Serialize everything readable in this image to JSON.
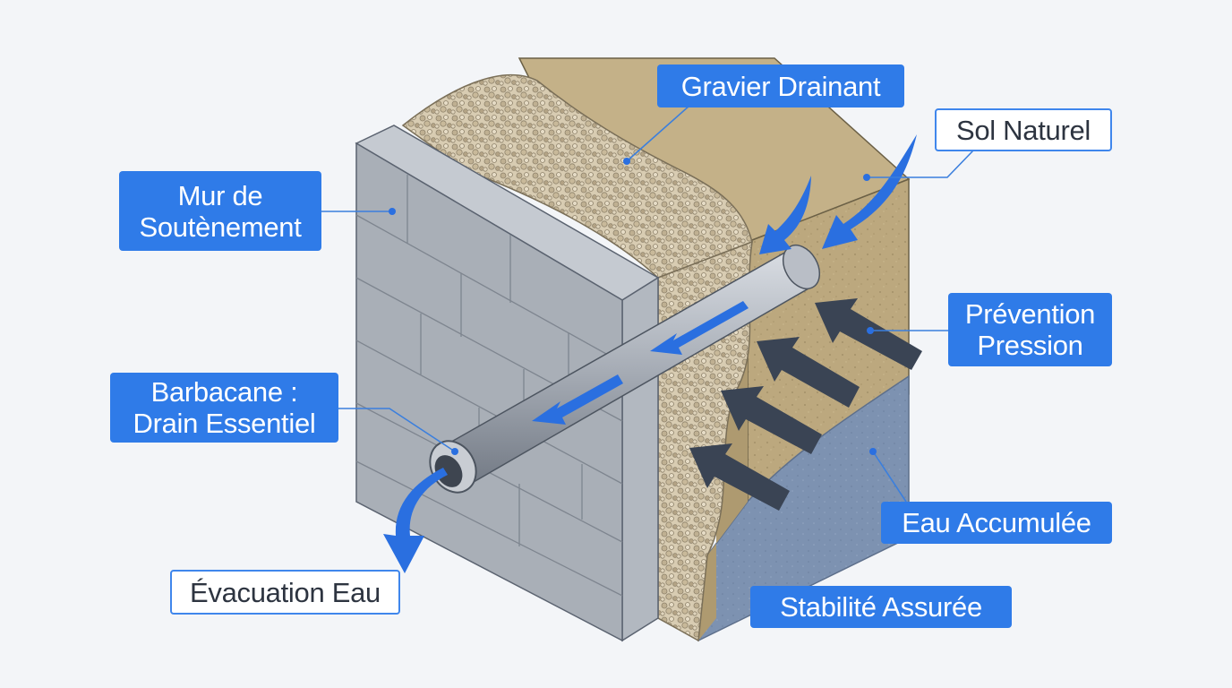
{
  "labels": {
    "gravel": "Gravier Drainant",
    "soil": "Sol Naturel",
    "wall_line1": "Mur de",
    "wall_line2": "Soutènement",
    "pressure_line1": "Prévention",
    "pressure_line2": "Pression",
    "weep_line1": "Barbacane :",
    "weep_line2": "Drain Essentiel",
    "water": "Eau Accumulée",
    "outlet": "Évacuation Eau",
    "stability": "Stabilité Assurée"
  },
  "colors": {
    "label_blue": "#2f7be8",
    "leader_line": "#3b7fdd",
    "wall_front": "#a9afb7",
    "wall_side": "#c6cbd2",
    "gravel": "#cfc2a6",
    "soil": "#b9a57a",
    "groundwater": "#7f93b0",
    "pressure_arrow": "#3a4454",
    "flow_arrow": "#2a6fe0"
  }
}
